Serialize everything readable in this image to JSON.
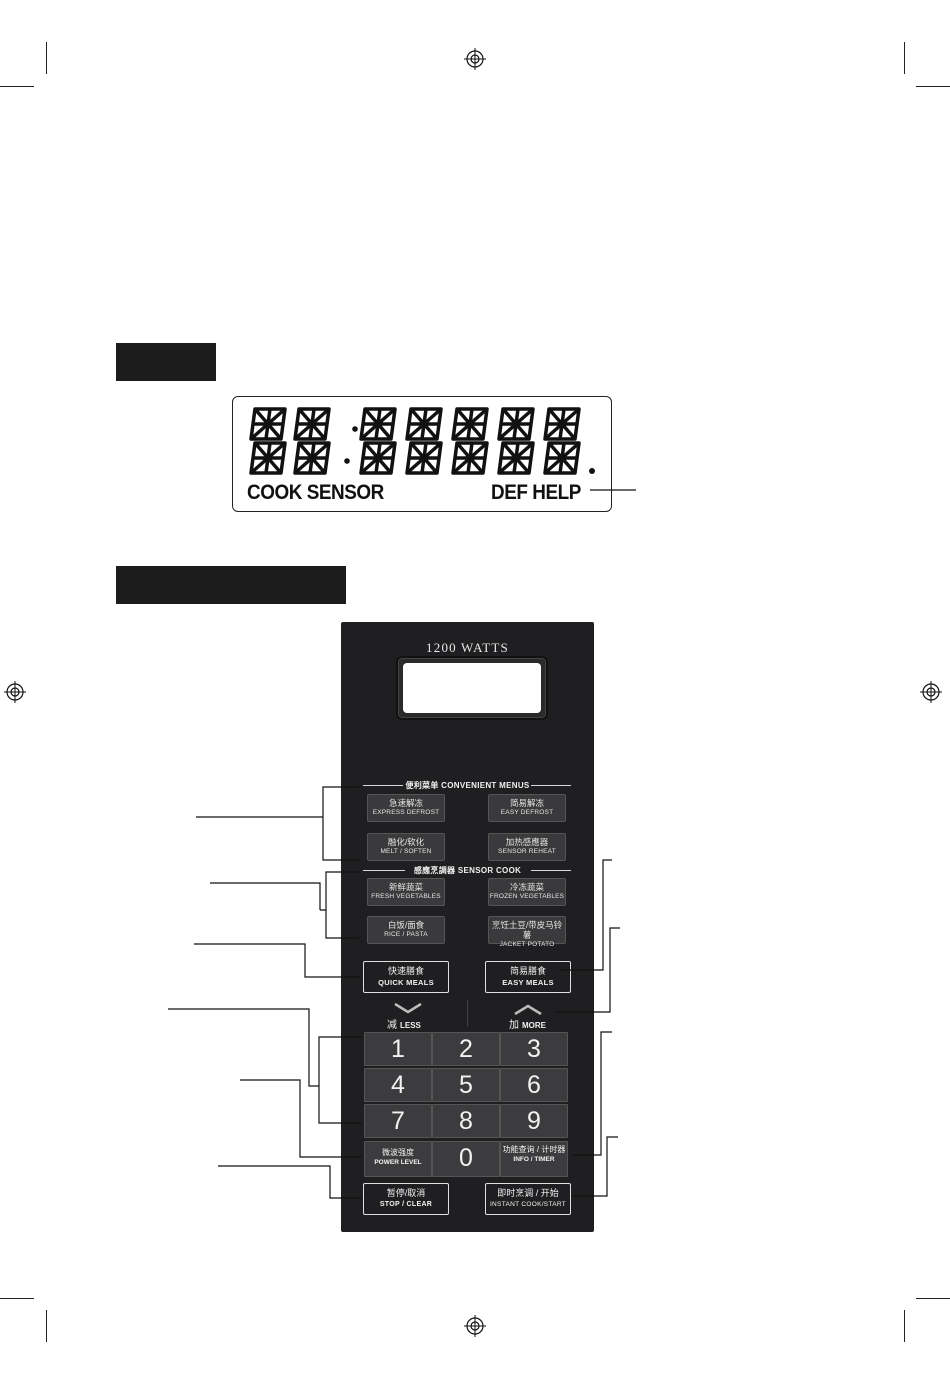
{
  "lcd": {
    "left_label": "COOK SENSOR",
    "right_label": "DEF HELP"
  },
  "panel": {
    "wattage": "1200 WATTS",
    "sections": {
      "convenient_menus": {
        "cn": "便利菜单",
        "en": "CONVENIENT MENUS"
      },
      "sensor_cook": {
        "cn": "感應烹調器",
        "en": "SENSOR COOK"
      }
    },
    "menu_buttons": [
      {
        "cn": "急速解冻",
        "en": "EXPRESS DEFROST"
      },
      {
        "cn": "简易解冻",
        "en": "EASY DEFROST"
      },
      {
        "cn": "融化/软化",
        "en": "MELT / SOFTEN"
      },
      {
        "cn": "加热感應器",
        "en": "SENSOR REHEAT"
      },
      {
        "cn": "新鲜蔬菜",
        "en": "FRESH VEGETABLES"
      },
      {
        "cn": "冷冻蔬菜",
        "en": "FROZEN VEGETABLES"
      },
      {
        "cn": "白饭/面食",
        "en": "RICE / PASTA"
      },
      {
        "cn": "烹饪土豆/带皮马铃薯",
        "en": "JACKET POTATO"
      }
    ],
    "meal_buttons": [
      {
        "cn": "快速膳食",
        "en": "QUICK MEALS"
      },
      {
        "cn": "简易膳食",
        "en": "EASY MEALS"
      }
    ],
    "less": {
      "cn": "减",
      "en": "LESS"
    },
    "more": {
      "cn": "加",
      "en": "MORE"
    },
    "keypad": [
      "1",
      "2",
      "3",
      "4",
      "5",
      "6",
      "7",
      "8",
      "9"
    ],
    "zero": "0",
    "power_level": {
      "cn": "微波强度",
      "en": "POWER LEVEL"
    },
    "info_timer": {
      "cn": "功能查询 / 计时器",
      "en": "INFO / TIMER"
    },
    "stop_clear": {
      "cn": "暂停/取消",
      "en": "STOP / CLEAR"
    },
    "instant_cook": {
      "cn": "即时烹调 / 开始",
      "en": "INSTANT COOK/START"
    }
  },
  "colors": {
    "panel": "#1f1f21",
    "header_bar": "#1c1c1c",
    "key": "#3c3c3e"
  }
}
